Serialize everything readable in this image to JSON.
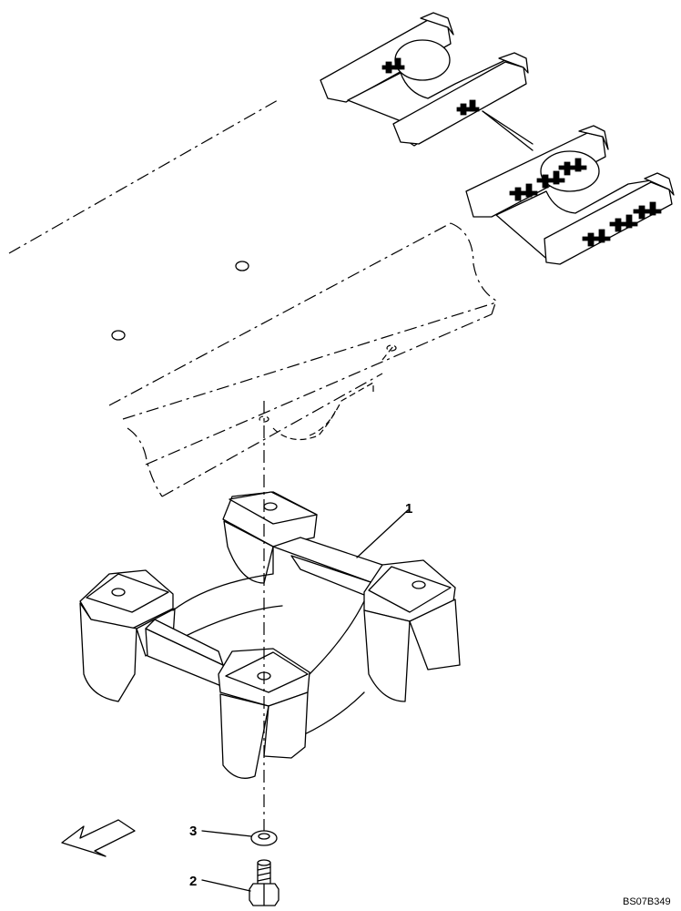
{
  "diagram": {
    "callouts": [
      {
        "label": "1",
        "part": "track-roller-guard"
      },
      {
        "label": "3",
        "part": "washer"
      },
      {
        "label": "2",
        "part": "bolt"
      }
    ],
    "reference_code": "BS07B349",
    "icons": {
      "direction": "front-direction-arrow-icon"
    }
  }
}
